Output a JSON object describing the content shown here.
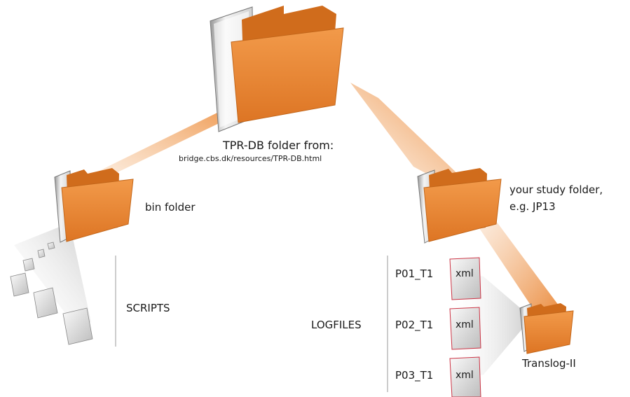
{
  "tpr_folder": {
    "title": "TPR-DB folder from:",
    "source": "bridge.cbs.dk/resources/TPR-DB.html"
  },
  "bin_folder": {
    "label": "bin folder"
  },
  "study_folder": {
    "line1": "your study folder,",
    "line2": "e.g. JP13"
  },
  "scripts": {
    "label": "SCRIPTS"
  },
  "logfiles": {
    "label": "LOGFILES",
    "files": [
      {
        "name": "P01_T1",
        "type": "xml"
      },
      {
        "name": "P02_T1",
        "type": "xml"
      },
      {
        "name": "P03_T1",
        "type": "xml"
      }
    ]
  },
  "translog": {
    "label": "Translog-II"
  },
  "colors": {
    "folder": "#e8832e",
    "folder_dark": "#c2661a",
    "file_border": "#cc3344"
  }
}
